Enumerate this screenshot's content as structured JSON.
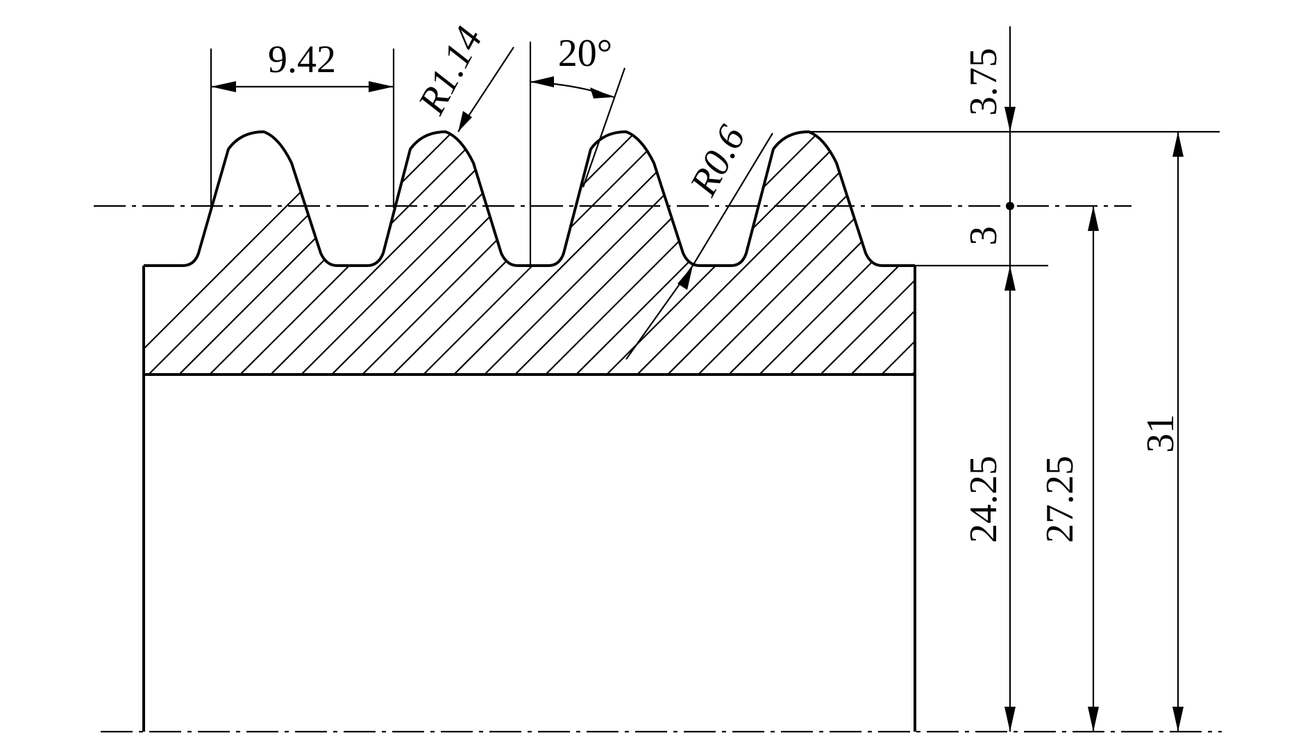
{
  "dimensions": {
    "pitch": "9.42",
    "tip_radius": "R1.14",
    "flank_angle": "20°",
    "root_radius": "R0.6",
    "addendum": "3.75",
    "dedendum": "3",
    "root_radius_height": "24.25",
    "pitch_radius_height": "27.25",
    "tip_radius_height": "31"
  },
  "colors": {
    "line": "#000000",
    "background": "#ffffff"
  }
}
